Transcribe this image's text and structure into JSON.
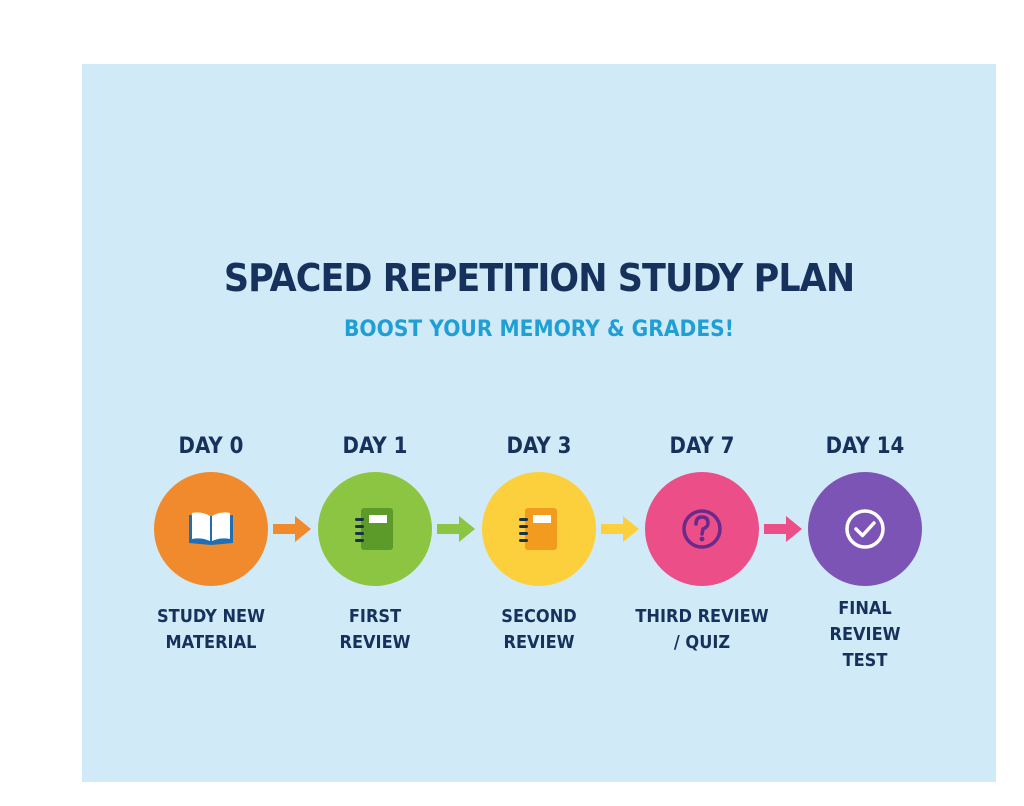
{
  "title": "SPACED REPETITION STUDY PLAN",
  "subtitle": "BOOST YOUR MEMORY & GRADES!",
  "colors": {
    "background": "#d1eaf8",
    "title": "#16325c",
    "subtitle": "#1f9fd4"
  },
  "steps": [
    {
      "day": "DAY 0",
      "caption_lines": [
        "STUDY NEW",
        "MATERIAL"
      ],
      "icon": "open-book-icon",
      "color": "#f08a2c"
    },
    {
      "day": "DAY 1",
      "caption_lines": [
        "FIRST",
        "REVIEW"
      ],
      "icon": "notebook-icon",
      "color": "#8cc541"
    },
    {
      "day": "DAY 3",
      "caption_lines": [
        "SECOND",
        "REVIEW"
      ],
      "icon": "notebook-icon",
      "color": "#fcd03c"
    },
    {
      "day": "DAY 7",
      "caption_lines": [
        "THIRD REVIEW",
        "/ QUIZ"
      ],
      "icon": "question-mark-icon",
      "color": "#ec4f87"
    },
    {
      "day": "DAY 14",
      "caption_lines": [
        "FINAL",
        "REVIEW",
        "TEST"
      ],
      "icon": "checkmark-icon",
      "color": "#7c54b6"
    }
  ],
  "arrows": [
    {
      "color": "#f08a2c"
    },
    {
      "color": "#8cc541"
    },
    {
      "color": "#fcd03c"
    },
    {
      "color": "#ec4f87"
    }
  ]
}
